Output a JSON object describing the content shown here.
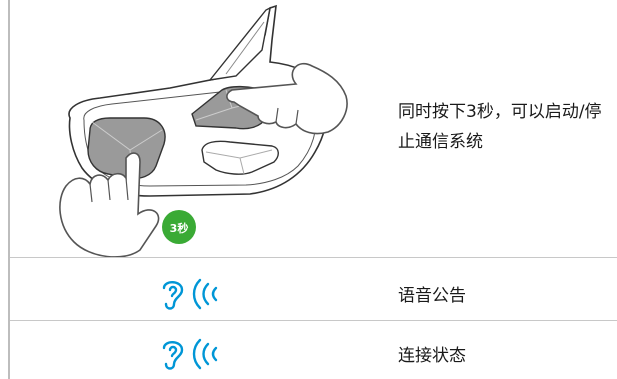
{
  "instruction": {
    "text": "同时按下3秒，可以启动/停止通信系统"
  },
  "badge": {
    "label": "3秒",
    "color": "#3aaa35"
  },
  "rows": [
    {
      "label": "语音公告",
      "icon": "ear-sound-icon"
    },
    {
      "label": "连接状态",
      "icon": "ear-sound-icon"
    }
  ],
  "colors": {
    "icon": "#0096d6",
    "divider": "#c8c8c8",
    "button": "#9a9a9a"
  }
}
